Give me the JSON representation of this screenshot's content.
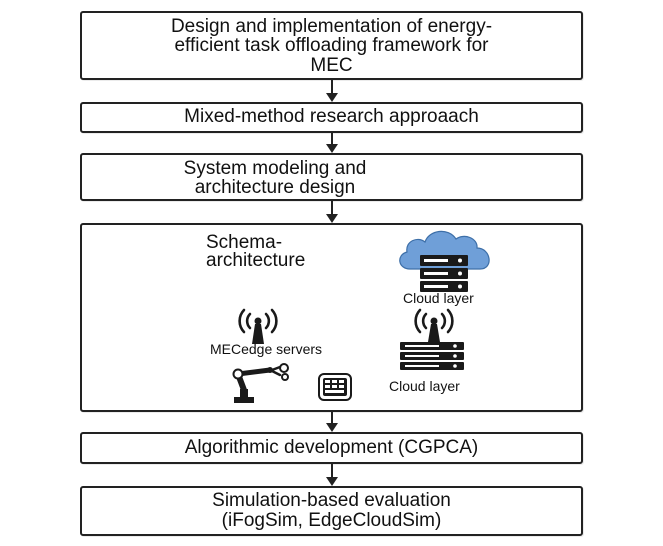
{
  "steps": {
    "step1": [
      "Design and implementation of energy-",
      "efficient task offloading framework for",
      "MEC"
    ],
    "step2": "Mixed-method research approaach",
    "step3": [
      "System modeling and",
      "architecture design"
    ],
    "step5": "Algorithmic development (CGPCA)",
    "step6": [
      "Simulation-based evaluation",
      "(iFogSim, EdgeCloudSim)"
    ]
  },
  "schema": {
    "title": [
      "Schema-",
      "architecture"
    ],
    "cloud_label": "Cloud layer",
    "edge_label": "MECedge servers",
    "device_label": "Cloud layer"
  },
  "colors": {
    "cloud_fill": "#6f9fd8",
    "stroke": "#222222"
  },
  "icons": [
    "cloud-icon",
    "server-icon",
    "antenna-icon",
    "robot-arm-icon",
    "tablet-icon",
    "monitor-server-icon"
  ]
}
